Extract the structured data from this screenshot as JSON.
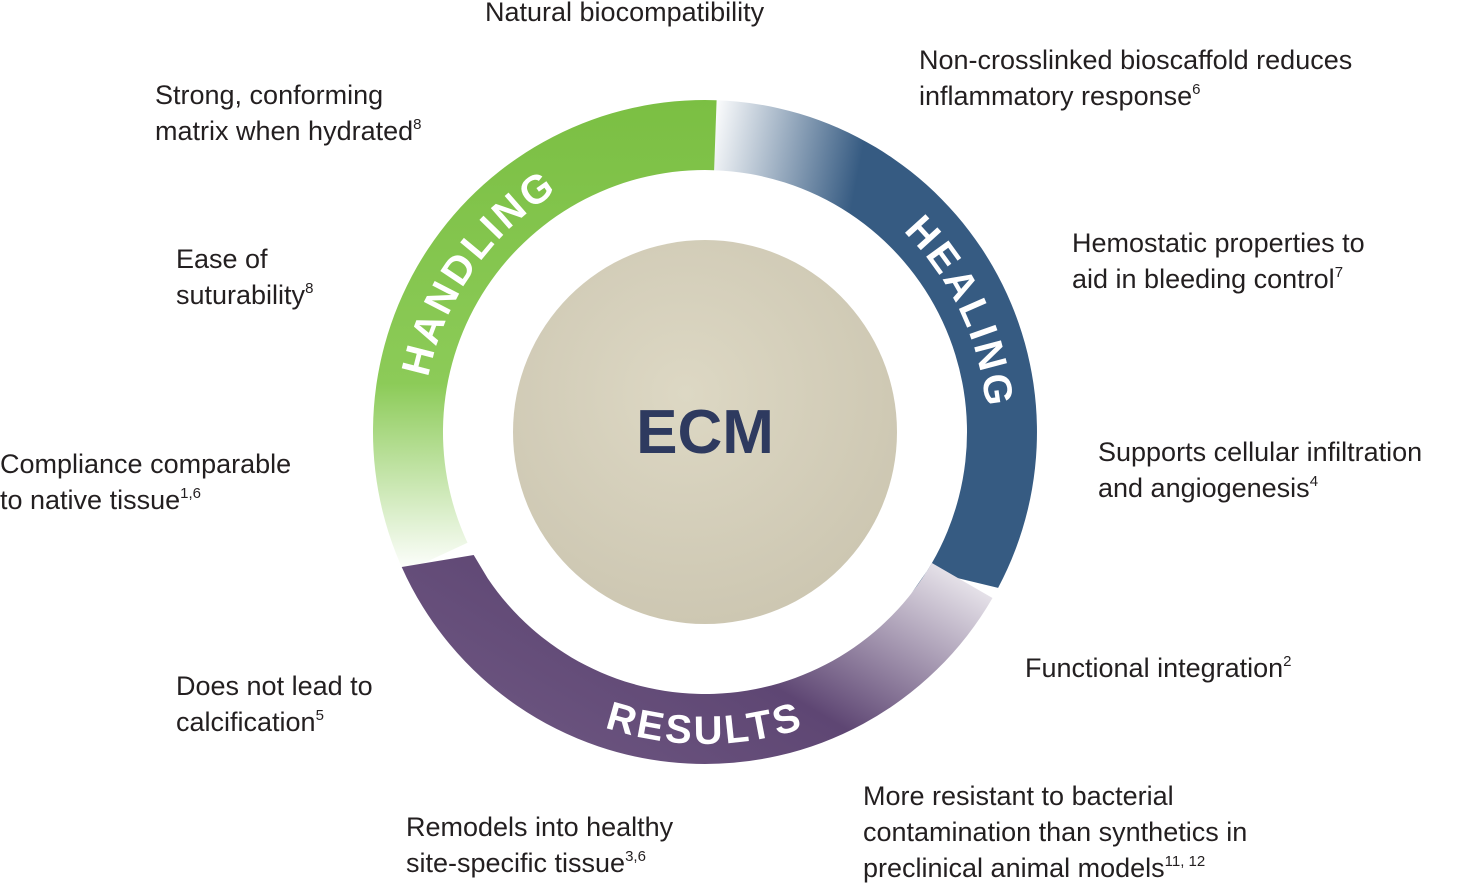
{
  "center": {
    "label": "ECM"
  },
  "ring": [
    {
      "label": "HANDLING",
      "color": "#7bbf43"
    },
    {
      "label": "HEALING",
      "color": "#365b82"
    },
    {
      "label": "RESULTS",
      "color": "#5e4673"
    }
  ],
  "benefits": [
    {
      "lines": [
        "Natural biocompatibility"
      ],
      "ref": ""
    },
    {
      "lines": [
        "Non-crosslinked bioscaffold reduces",
        "inflammatory response"
      ],
      "ref": "6"
    },
    {
      "lines": [
        "Hemostatic properties to",
        "aid in bleeding control"
      ],
      "ref": "7"
    },
    {
      "lines": [
        "Supports cellular infiltration",
        "and angiogenesis"
      ],
      "ref": "4"
    },
    {
      "lines": [
        "Functional integration"
      ],
      "ref": "2"
    },
    {
      "lines": [
        "More resistant to bacterial",
        "contamination than synthetics in",
        "preclinical animal models"
      ],
      "ref": "11, 12"
    },
    {
      "lines": [
        "Remodels into healthy",
        "site-specific tissue"
      ],
      "ref": "3,6"
    },
    {
      "lines": [
        "Does not lead to",
        "calcification"
      ],
      "ref": "5"
    },
    {
      "lines": [
        "Compliance comparable",
        "to native tissue"
      ],
      "ref": "1,6"
    },
    {
      "lines": [
        "Ease of",
        "suturability"
      ],
      "ref": "8"
    },
    {
      "lines": [
        "Strong, conforming",
        "matrix when hydrated"
      ],
      "ref": "8"
    }
  ]
}
